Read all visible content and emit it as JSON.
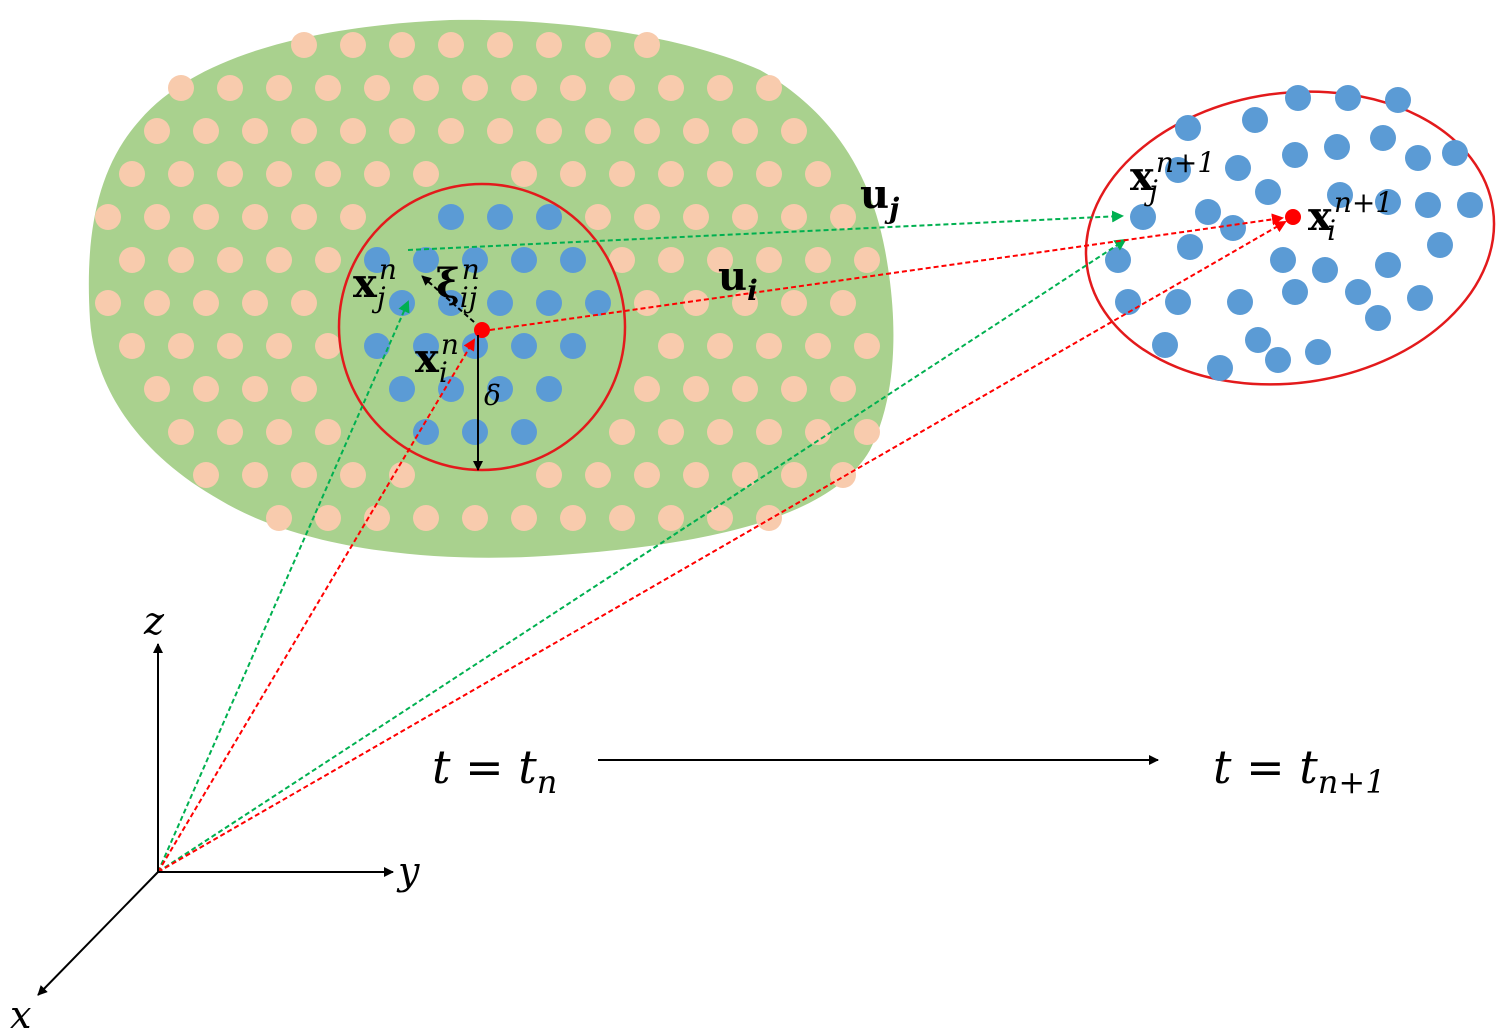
{
  "labels": {
    "xj_n": {
      "base": "x",
      "sub": "j",
      "sup": "n"
    },
    "xi_n": {
      "base": "x",
      "sub": "i",
      "sup": "n"
    },
    "xi_ij_n": {
      "base": "ξ",
      "sub": "ij",
      "sup": "n"
    },
    "delta": "δ",
    "u_i": {
      "base": "u",
      "sub": "i"
    },
    "u_j": {
      "base": "u",
      "sub": "j"
    },
    "xj_n1": {
      "base": "x",
      "sub": "j",
      "sup": "n+1"
    },
    "xi_n1": {
      "base": "x",
      "sub": "i",
      "sup": "n+1"
    },
    "time_n": {
      "prefix": "t = t",
      "sub": "n"
    },
    "time_n1": {
      "prefix": "t = t",
      "sub": "n+1"
    },
    "axis_z": "z",
    "axis_y": "y",
    "axis_x": "x"
  },
  "colors": {
    "body_fill": "#a9d18e",
    "outer_particle": "#f8cbad",
    "inner_particle": "#5b9bd5",
    "horizon": "#e31a1c",
    "point_i": "#ff0000",
    "green_link": "#00b050",
    "red_link": "#ff0000",
    "axis": "#000000"
  }
}
